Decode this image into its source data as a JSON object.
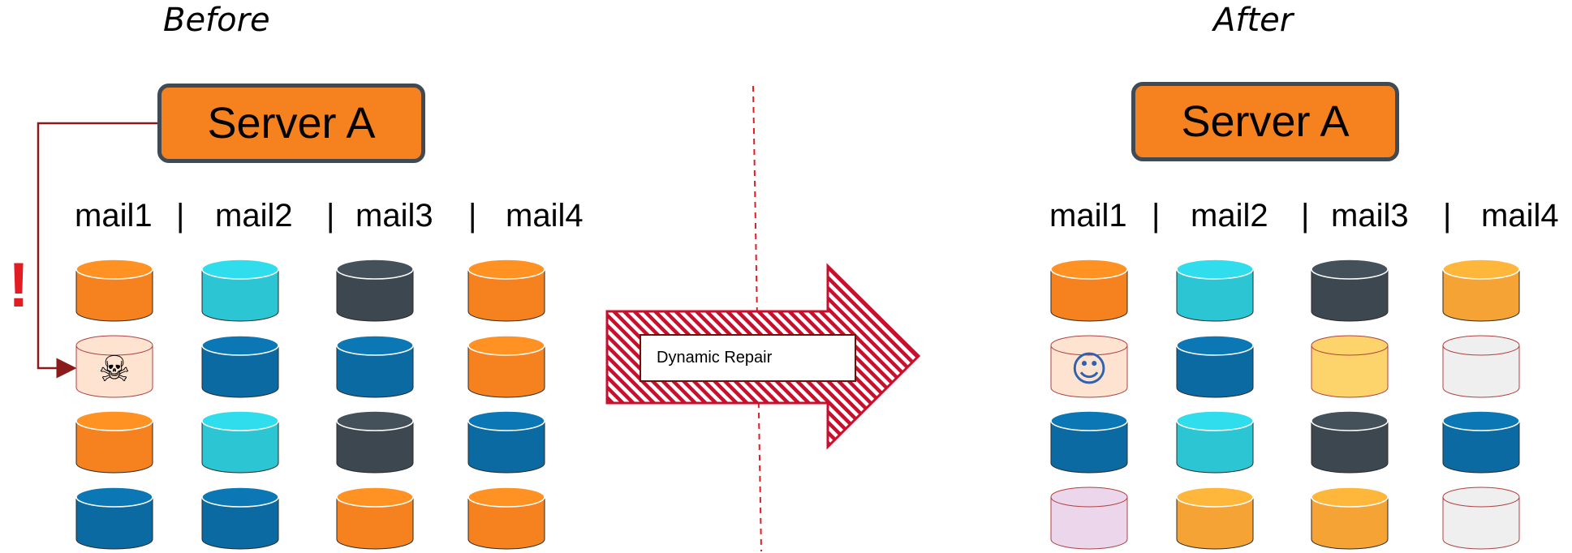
{
  "before": {
    "title": "Before",
    "server_label": "Server A",
    "columns": [
      "mail1",
      "|",
      "mail2",
      "|",
      "mail3",
      "|",
      "mail4"
    ],
    "alert_mark": "!",
    "corrupted_icon": "skull-crossbones-icon",
    "grid": [
      [
        "#f5821f",
        "#2bc5d3",
        "#3d4750",
        "#f5821f"
      ],
      [
        "#fde3d0",
        "#0a6aa1",
        "#0a6aa1",
        "#f5821f"
      ],
      [
        "#f5821f",
        "#2bc5d3",
        "#3d4750",
        "#0a6aa1"
      ],
      [
        "#0a6aa1",
        "#0a6aa1",
        "#f5821f",
        "#f5821f"
      ]
    ]
  },
  "arrow": {
    "label": "Dynamic Repair"
  },
  "after": {
    "title": "After",
    "server_label": "Server A",
    "columns": [
      "mail1",
      "|",
      "mail2",
      "|",
      "mail3",
      "|",
      "mail4"
    ],
    "repaired_icon": "smiley-icon",
    "grid": [
      [
        "#f5821f",
        "#2bc5d3",
        "#3d4750",
        "#f5a335"
      ],
      [
        "#fde3d0",
        "#0a6aa1",
        "#fcd46b",
        "#efefef"
      ],
      [
        "#0a6aa1",
        "#2bc5d3",
        "#3d4750",
        "#0a6aa1"
      ],
      [
        "#ecd6ec",
        "#f5a335",
        "#f5a335",
        "#efefef"
      ]
    ]
  },
  "colors": {
    "server_fill": "#f5821f",
    "server_border": "#404a54",
    "divider": "#e31b23",
    "connector": "#8b1a1a",
    "arrow_hatch": "#c8102e"
  }
}
